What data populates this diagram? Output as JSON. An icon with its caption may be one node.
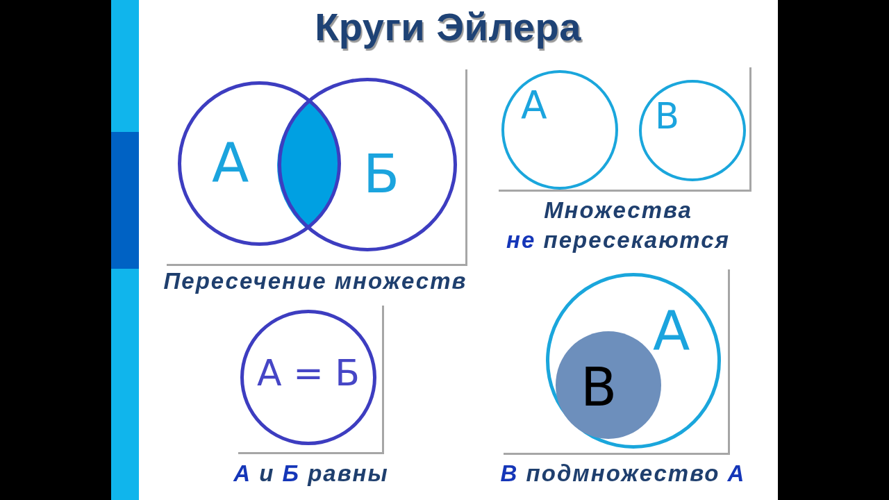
{
  "diagram": {
    "title": "Круги Эйлера",
    "nodes": [
      {
        "text": [
          "А"
        ]
      },
      {
        "text": [
          "Б"
        ]
      },
      {
        "text": [],
        "shape": "lens"
      },
      {
        "text": [
          "А"
        ]
      },
      {
        "text": [
          "В"
        ]
      },
      {
        "text": [
          "А = Б"
        ]
      },
      {
        "text": [
          "А"
        ]
      },
      {
        "text": [
          "В"
        ],
        "in": 6
      }
    ],
    "labels": [
      "Пересечение множеств",
      "Множества **не** пересекаются",
      "**А** и **Б** равны",
      "**В** подмножество **А**"
    ]
  }
}
